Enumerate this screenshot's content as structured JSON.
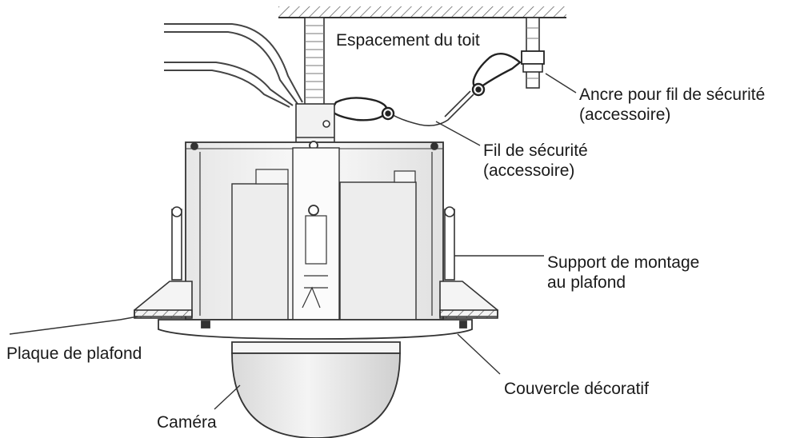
{
  "diagram": {
    "labels": {
      "roof_space": "Espacement du toit",
      "anchor": [
        "Ancre pour fil de sécurité",
        "(accessoire)"
      ],
      "safety_wire": [
        "Fil de sécurité",
        "(accessoire)"
      ],
      "mount_bracket": [
        "Support de montage",
        "au plafond"
      ],
      "ceiling_plate": "Plaque de plafond",
      "decorative_cover": "Couvercle décoratif",
      "camera": "Caméra"
    }
  }
}
